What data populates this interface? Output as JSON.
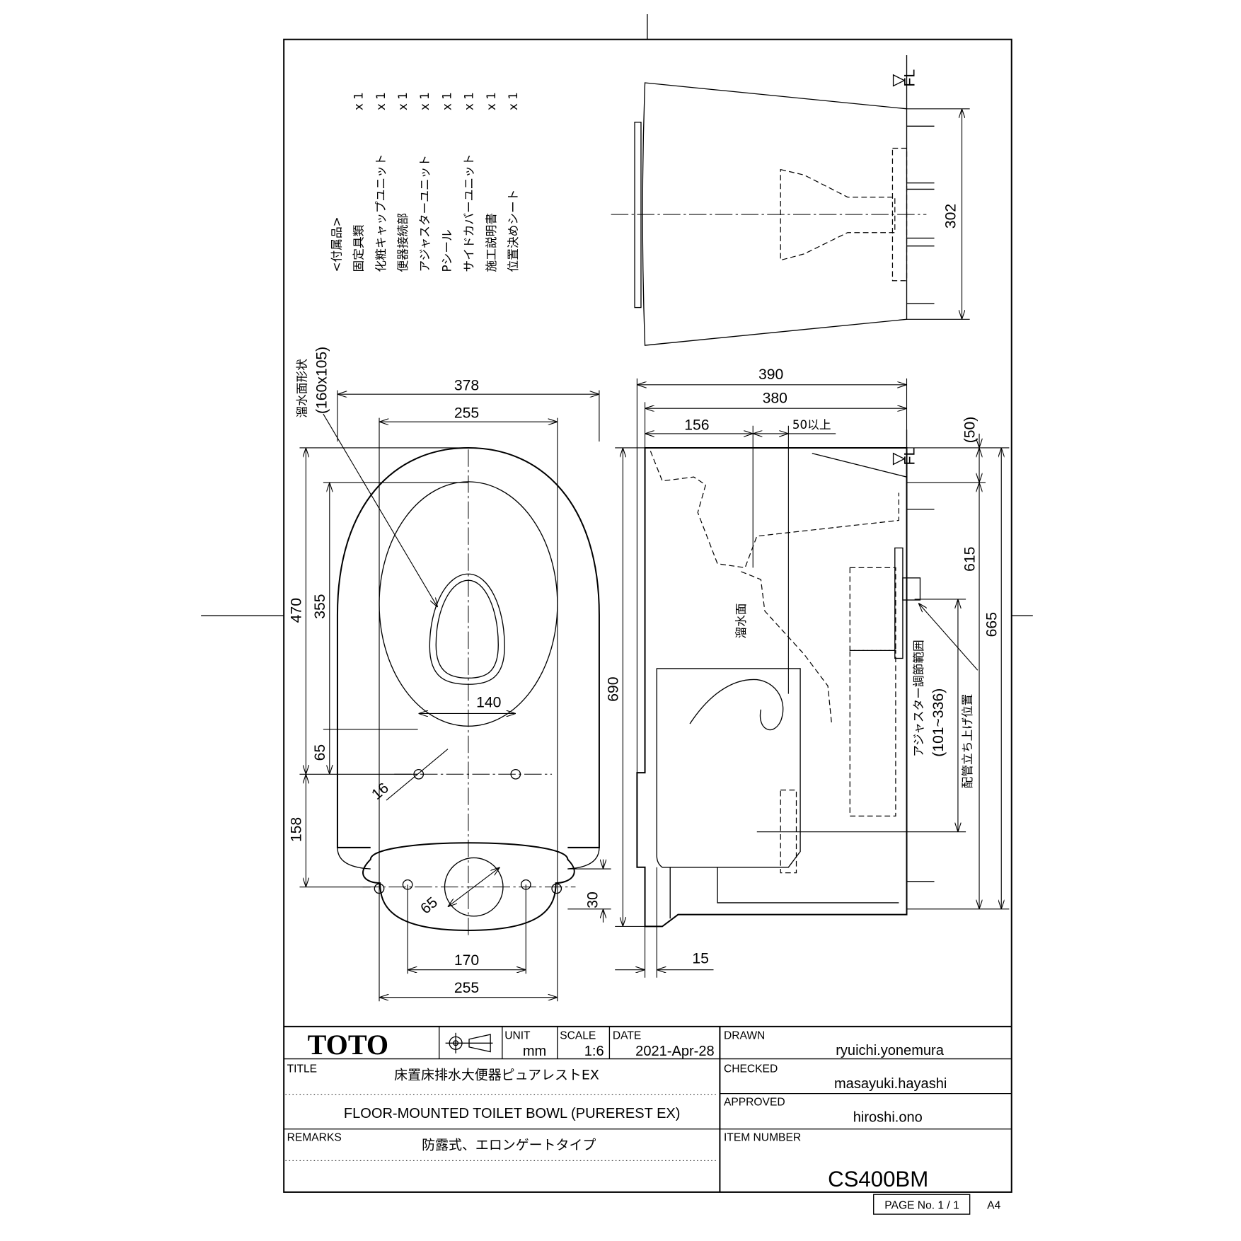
{
  "accessories": {
    "heading": "<付属品>",
    "items": [
      {
        "name": "固定具類",
        "qty": "x 1"
      },
      {
        "name": "化粧キャップユニット",
        "qty": "x 1"
      },
      {
        "name": "便器接続部",
        "qty": "x 1"
      },
      {
        "name": "アジャスターユニット",
        "qty": "x 1"
      },
      {
        "name": "Pシール",
        "qty": "x 1"
      },
      {
        "name": "サイドカバーユニット",
        "qty": "x 1"
      },
      {
        "name": "施工説明書",
        "qty": "x 1"
      },
      {
        "name": "位置決めシート",
        "qty": "x 1"
      }
    ]
  },
  "labels": {
    "fl_top": "FL",
    "fl_side": "FL",
    "water_surface_shape": "溜水面形状",
    "water_surface_size": "(160x105)",
    "water_surface": "溜水面",
    "adjuster_range": "アジャスター調節範囲",
    "adjuster_range_value": "(101~336)",
    "pipe_position": "配管立ち上げ位置"
  },
  "dimensions": {
    "top_302": "302",
    "plan_378": "378",
    "plan_255_top": "255",
    "plan_470": "470",
    "plan_355": "355",
    "plan_140": "140",
    "plan_65_v": "65",
    "plan_16": "16",
    "plan_158": "158",
    "plan_65_dia": "65",
    "plan_30": "30",
    "plan_170": "170",
    "plan_255_bottom": "255",
    "side_390": "390",
    "side_380": "380",
    "side_156": "156",
    "side_50_min": "50以上",
    "side_50": "(50)",
    "side_615": "615",
    "side_665": "665",
    "side_690": "690",
    "side_15": "15"
  },
  "title_block": {
    "logo": "TOTO",
    "unit_label": "UNIT",
    "unit": "mm",
    "scale_label": "SCALE",
    "scale": "1:6",
    "date_label": "DATE",
    "date": "2021-Apr-28",
    "drawn_label": "DRAWN",
    "drawn": "ryuichi.yonemura",
    "checked_label": "CHECKED",
    "checked": "masayuki.hayashi",
    "approved_label": "APPROVED",
    "approved": "hiroshi.ono",
    "title_label": "TITLE",
    "title_jp": "床置床排水大便器ピュアレストEX",
    "title_en": "FLOOR-MOUNTED TOILET BOWL (PUREREST EX)",
    "remarks_label": "REMARKS",
    "remarks": "防露式、エロンゲートタイプ",
    "item_number_label": "ITEM NUMBER",
    "item_number": "CS400BM",
    "page_no": "PAGE No. 1 / 1",
    "paper_size": "A4"
  }
}
